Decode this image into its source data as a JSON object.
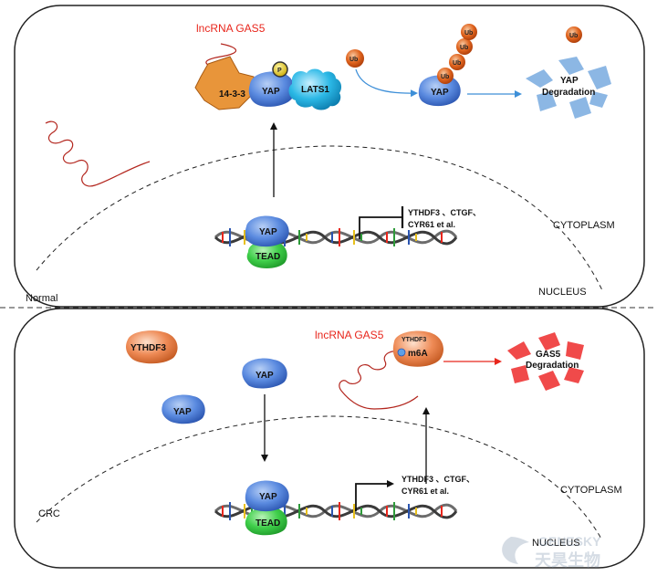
{
  "normal": {
    "label": "Normal",
    "lncrna": "lncRNA GAS5",
    "p_badge": "P",
    "protein_1433": "14-3-3",
    "yap": "YAP",
    "lats1": "LATS1",
    "ub": "Ub",
    "yap_degradation_line1": "YAP",
    "yap_degradation_line2": "Degradation",
    "tead": "TEAD",
    "genes_line1": "YTHDF3 、CTGF、",
    "genes_line2": "CYR61 et al.",
    "cytoplasm": "CYTOPLASM",
    "nucleus": "NUCLEUS"
  },
  "crc": {
    "label": "CRC",
    "ythdf3": "YTHDF3",
    "yap": "YAP",
    "lncrna": "lncRNA GAS5",
    "ythdf3_small": "YTHDF3",
    "m6a": "m6A",
    "gas5_degradation_line1": "GAS5",
    "gas5_degradation_line2": "Degradation",
    "tead": "TEAD",
    "genes_line1": "YTHDF3 、CTGF、",
    "genes_line2": "CYR61 et al.",
    "cytoplasm": "CYTOPLASM",
    "nucleus": "NUCLEUS"
  },
  "watermark": {
    "latin": "GENESKY",
    "chinese": "天昊生物"
  },
  "colors": {
    "yap_blue": "#4f7fd6",
    "tead_green": "#3fcf4a",
    "lats1_cyan": "#2bb8e6",
    "ub_orange": "#e0641e",
    "ythdf3_orange": "#ee8a55",
    "gas5_red": "#e8261c",
    "degradation_blue": "#8cb7e4",
    "degradation_red": "#f04a4a"
  }
}
